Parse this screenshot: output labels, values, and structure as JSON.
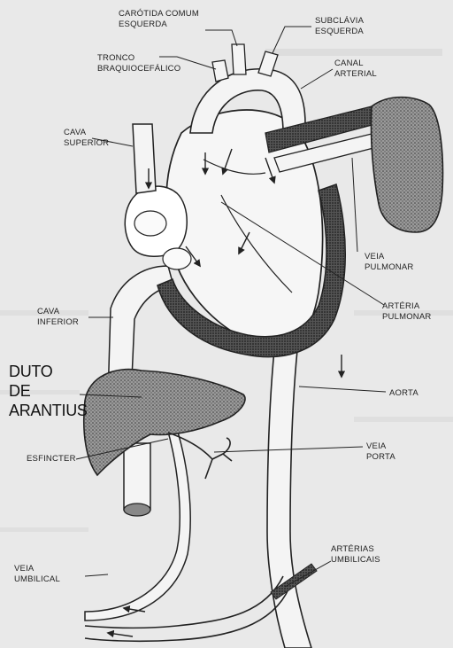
{
  "labels": {
    "carotida": [
      "CARÓTIDA COMUM",
      "ESQUERDA"
    ],
    "subclavia": [
      "SUBCLÁVIA",
      "ESQUERDA"
    ],
    "tronco": [
      "TRONCO",
      "BRAQUIOCEFÁLICO"
    ],
    "canal": [
      "CANAL",
      "ARTERIAL"
    ],
    "cava_superior": [
      "CAVA",
      "SUPERIOR"
    ],
    "veia_pulmonar": [
      "VEIA",
      "PULMONAR"
    ],
    "arteria_pulmonar": [
      "ARTÉRIA",
      "PULMONAR"
    ],
    "cava_inferior": [
      "CAVA",
      "INFERIOR"
    ],
    "duto": [
      "DUTO",
      "DE",
      "ARANTIUS"
    ],
    "aorta": "AORTA",
    "esfincter": "ESFINCTER",
    "veia_porta": [
      "VEIA",
      "PORTA"
    ],
    "arterias_umbilicais": [
      "ARTÉRIAS",
      "UMBILICAIS"
    ],
    "veia_umbilical": [
      "VEIA",
      "UMBILICAL"
    ]
  },
  "colors": {
    "background": "#e9e9e9",
    "ink": "#222222",
    "vessel_fill": "#f4f4f4",
    "shading": "#4a4a4a"
  }
}
